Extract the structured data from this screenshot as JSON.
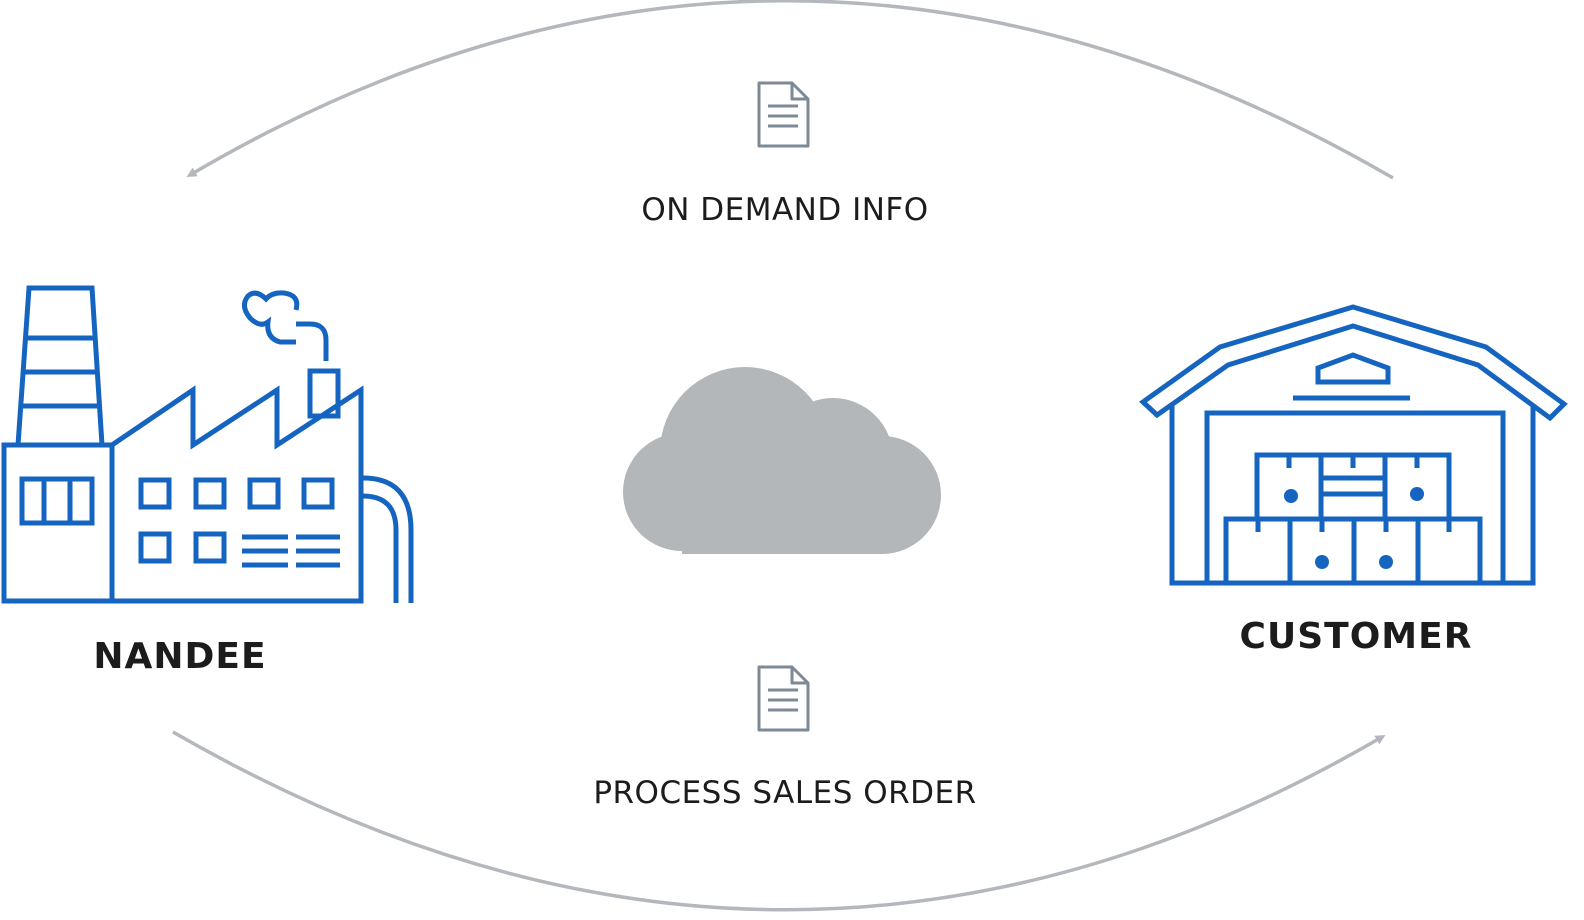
{
  "colors": {
    "icon_blue": "#1565c0",
    "arrow_gray": "#b4b8bc",
    "doc_gray": "#7d8a96",
    "cloud_gray": "#b3b7ba",
    "text_dark": "#1c1c1c"
  },
  "flows": {
    "top_label": "ON DEMAND INFO",
    "bottom_label": "PROCESS SALES ORDER"
  },
  "nodes": {
    "left_label": "NANDEE",
    "right_label": "CUSTOMER"
  },
  "icons": {
    "left": "factory-icon",
    "right": "warehouse-icon",
    "center": "cloud-icon",
    "documents": "document-icon"
  }
}
